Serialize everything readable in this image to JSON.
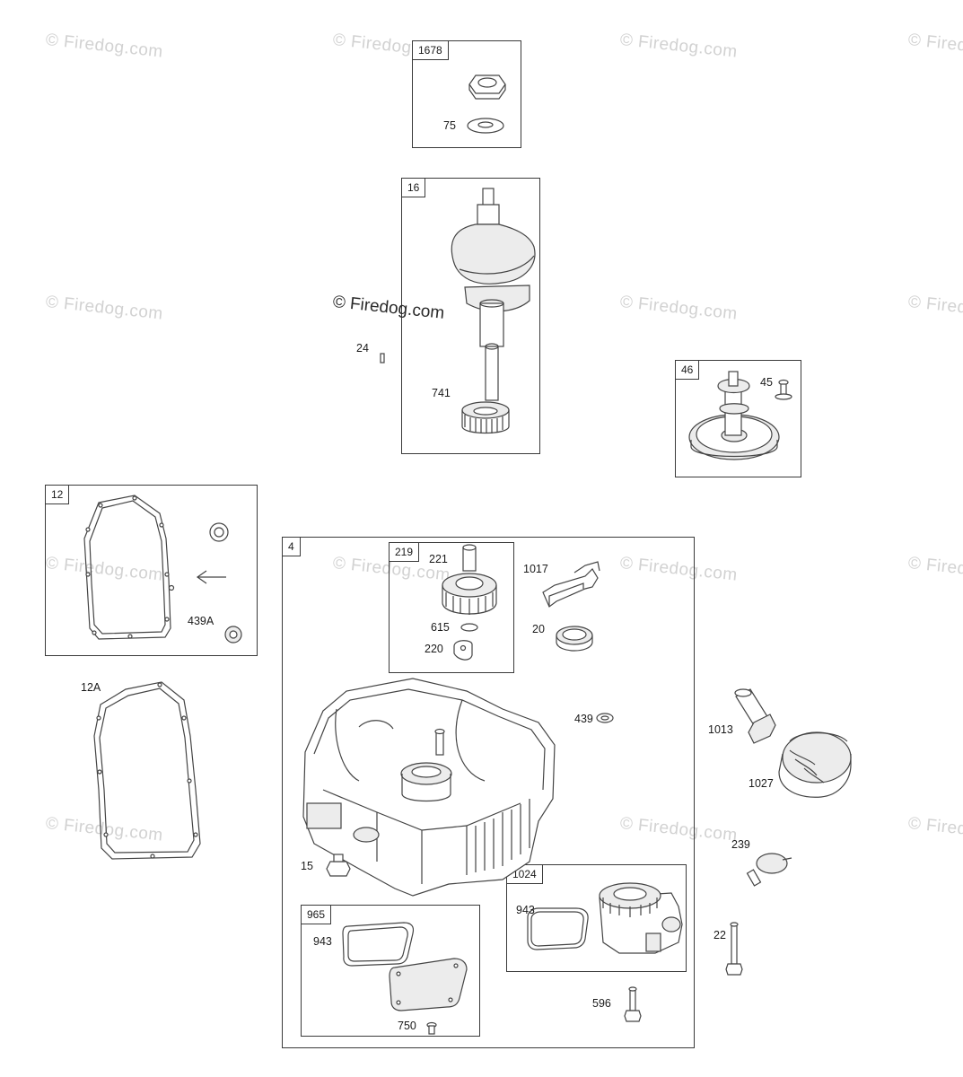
{
  "watermark": "© Firedog.com",
  "main_watermark": "© Firedog.com",
  "boxes": {
    "b1678": "1678",
    "b16": "16",
    "b46": "46",
    "b12": "12",
    "b4": "4",
    "b219": "219",
    "b965": "965",
    "b1024": "1024"
  },
  "labels": {
    "l75": "75",
    "l24": "24",
    "l741": "741",
    "l45": "45",
    "l439A": "439A",
    "l12A": "12A",
    "l221": "221",
    "l615": "615",
    "l220": "220",
    "l1017": "1017",
    "l20": "20",
    "l439": "439",
    "l1013": "1013",
    "l1027": "1027",
    "l239": "239",
    "l15": "15",
    "l943a": "943",
    "l943b": "943",
    "l22": "22",
    "l596": "596",
    "l750": "750"
  }
}
